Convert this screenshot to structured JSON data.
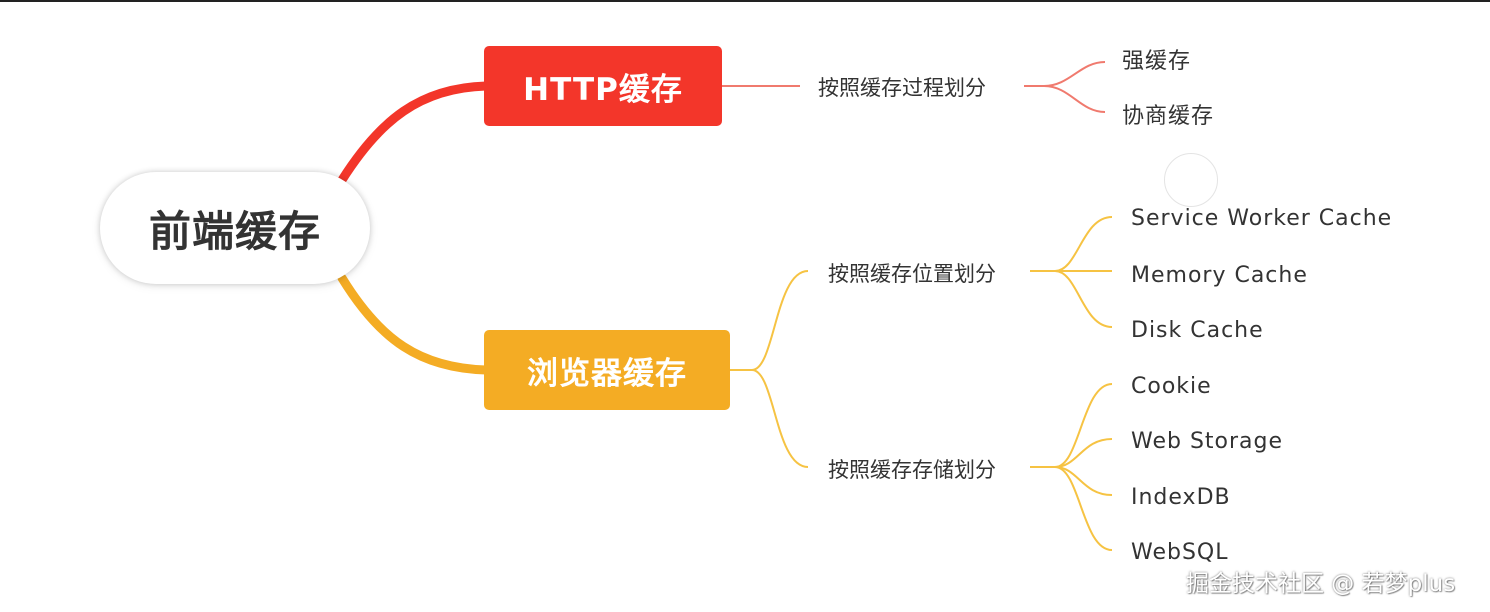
{
  "root": {
    "label": "前端缓存"
  },
  "branches": [
    {
      "label": "HTTP缓存",
      "color": "#f3362a",
      "groups": [
        {
          "label": "按照缓存过程划分",
          "leaves": [
            "强缓存",
            "协商缓存"
          ]
        }
      ]
    },
    {
      "label": "浏览器缓存",
      "color": "#f4ac24",
      "groups": [
        {
          "label": "按照缓存位置划分",
          "leaves": [
            "Service Worker Cache",
            "Memory Cache",
            "Disk Cache"
          ]
        },
        {
          "label": "按照缓存存储划分",
          "leaves": [
            "Cookie",
            "Web Storage",
            "IndexDB",
            "WebSQL"
          ]
        }
      ]
    }
  ],
  "watermark": "掘金技术社区 @ 若梦plus",
  "colors": {
    "http_line": "#f07a6e",
    "browser_line": "#f6c343",
    "root_to_http": "#f3362a",
    "root_to_browser": "#f4ac24"
  }
}
